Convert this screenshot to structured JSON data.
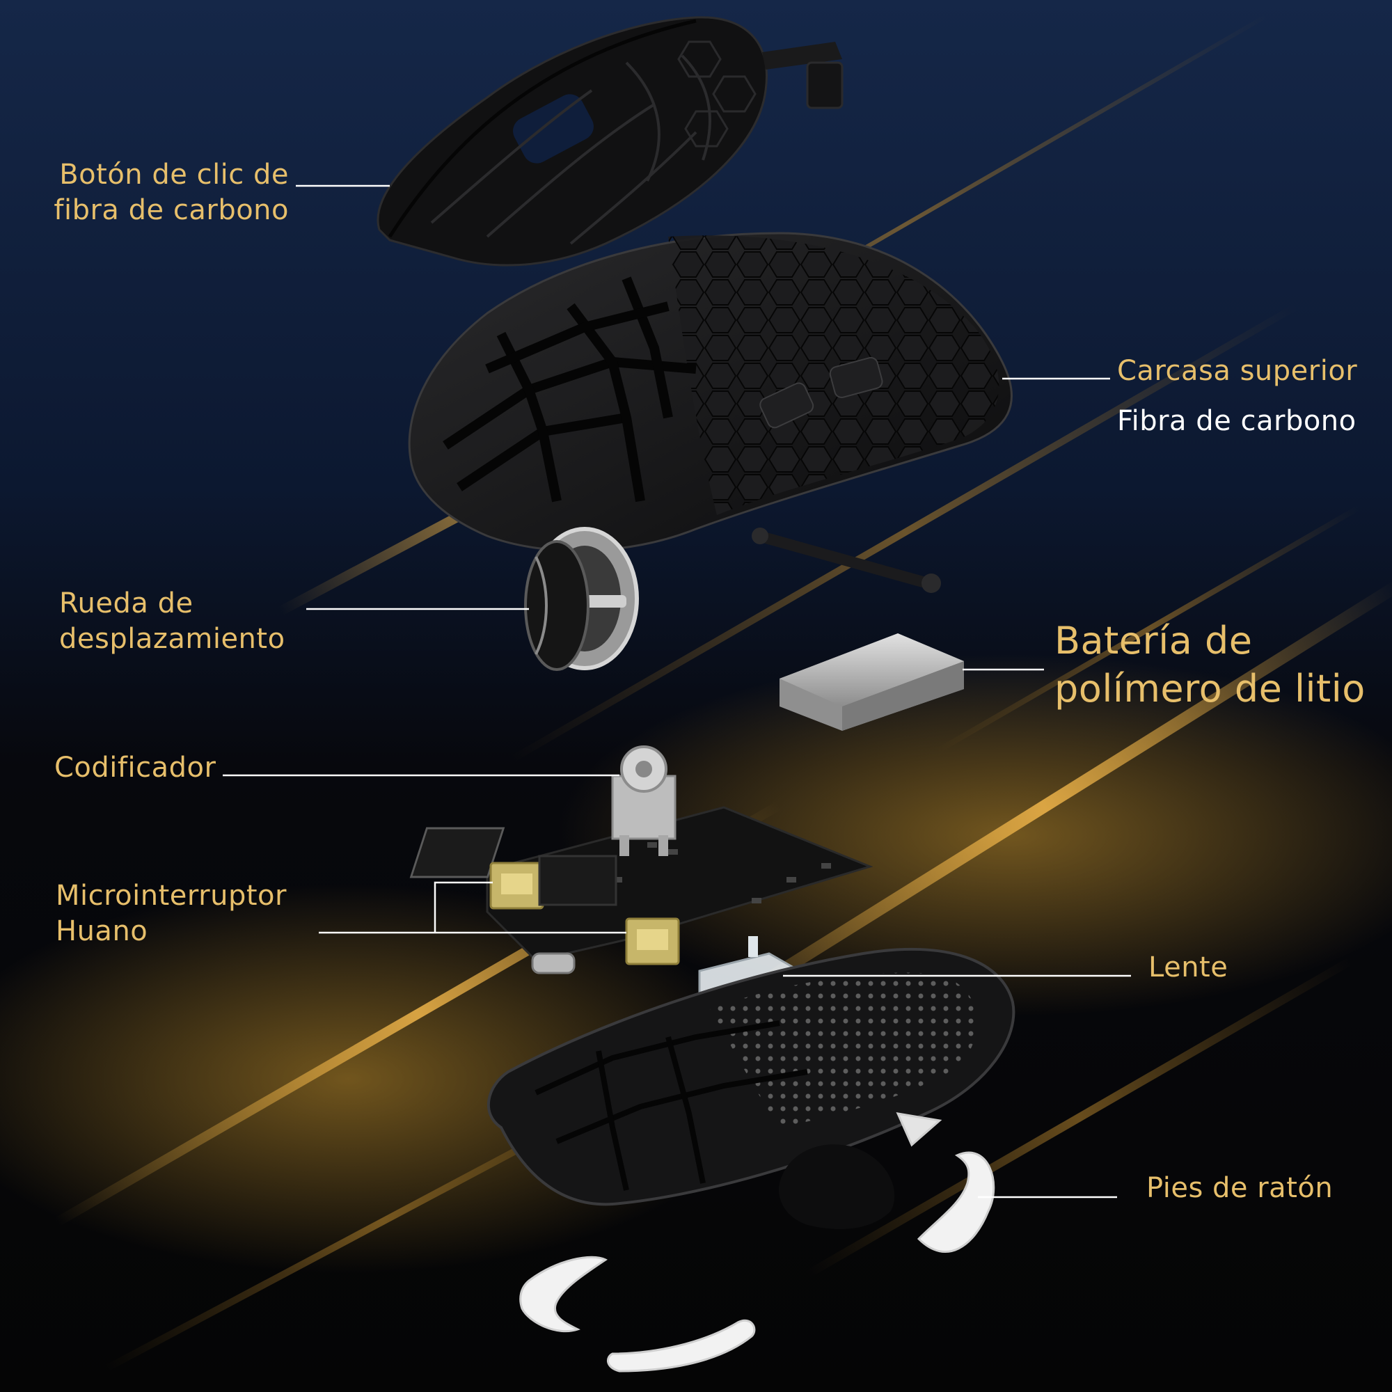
{
  "labels": {
    "click_button_line1": "Botón de clic de",
    "click_button_line2": "fibra de carbono",
    "top_shell": "Carcasa superior",
    "top_shell_material": "Fibra de carbono",
    "scroll_wheel_line1": "Rueda de",
    "scroll_wheel_line2": "desplazamiento",
    "battery_line1": "Batería de",
    "battery_line2": "polímero de litio",
    "encoder": "Codificador",
    "microswitch_line1": "Microinterruptor",
    "microswitch_line2": "Huano",
    "lens": "Lente",
    "mouse_feet": "Pies de ratón"
  },
  "colors": {
    "label_gold": "#e7bf6b",
    "label_white": "#ffffff",
    "leader_line": "#ffffff",
    "background_top": "#142546",
    "background_bottom": "#050505",
    "streak_gold": "#c9962e"
  }
}
